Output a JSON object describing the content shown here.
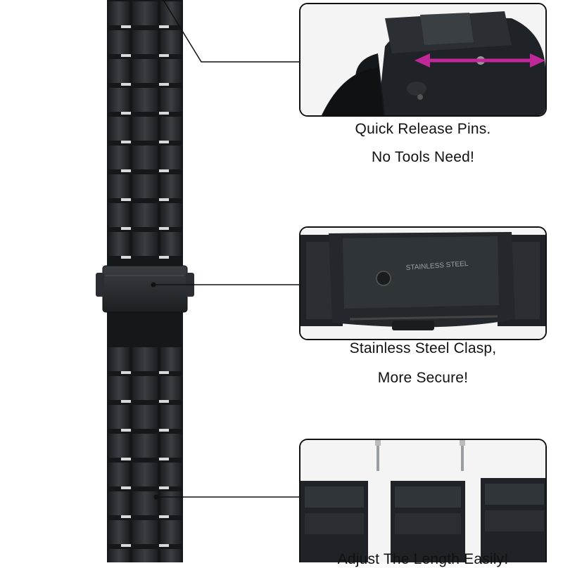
{
  "features": [
    {
      "lines": [
        "Quick Release Pins.",
        "No Tools Need!"
      ]
    },
    {
      "lines": [
        "Stainless Steel Clasp,",
        "More Secure!"
      ],
      "engraving": "STAINLESS STEEL"
    },
    {
      "lines": [
        "Adjust The Length Easily!"
      ]
    }
  ],
  "colors": {
    "metal": "#2b2f33",
    "metal_dark": "#15181b",
    "metal_highlight": "#d9dadc",
    "arrow": "#c0289a"
  }
}
